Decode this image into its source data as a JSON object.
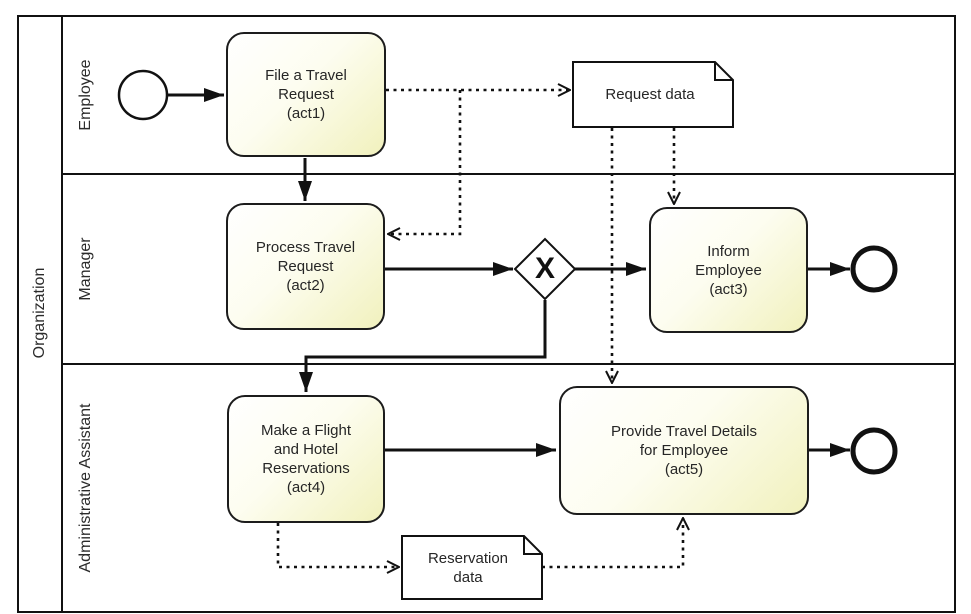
{
  "pool": {
    "label": "Organization"
  },
  "lanes": [
    {
      "label": "Employee"
    },
    {
      "label": "Manager"
    },
    {
      "label": "Administrative Assistant"
    }
  ],
  "tasks": {
    "act1": {
      "lines": [
        "File a Travel",
        "Request",
        "(act1)"
      ]
    },
    "act2": {
      "lines": [
        "Process Travel",
        "Request",
        "(act2)"
      ]
    },
    "act3": {
      "lines": [
        "Inform",
        "Employee",
        "(act3)"
      ]
    },
    "act4": {
      "lines": [
        "Make a Flight",
        "and Hotel",
        "Reservations",
        "(act4)"
      ]
    },
    "act5": {
      "lines": [
        "Provide Travel Details",
        "for Employee",
        "(act5)"
      ]
    }
  },
  "gateway": {
    "type": "exclusive-xor",
    "label": "X"
  },
  "data_objects": {
    "request": {
      "lines": [
        "Request data"
      ]
    },
    "reservation": {
      "lines": [
        "Reservation",
        "data"
      ]
    }
  },
  "events": {
    "start_count": 1,
    "end_count": 2
  },
  "colors": {
    "stroke": "#111111",
    "task_border": "#1c1c1c",
    "task_fill_top": "#ffffff",
    "task_fill_bottom": "#f1f1bd",
    "background": "#ffffff",
    "text": "#2b2b2b"
  }
}
